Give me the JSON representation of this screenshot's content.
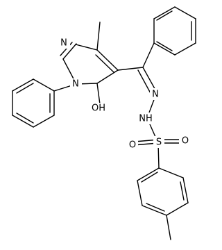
{
  "molecule": {
    "atoms": {
      "n_pyrazole_2": "N",
      "n_pyrazole_1": "N",
      "hydroxyl": "OH",
      "hydrazone_n": "N",
      "nh": "NH",
      "sulfur": "S",
      "oxygen_left": "O",
      "oxygen_right": "O"
    }
  },
  "colors": {
    "bond": "#000000",
    "label": "#000000",
    "background": "#ffffff"
  }
}
